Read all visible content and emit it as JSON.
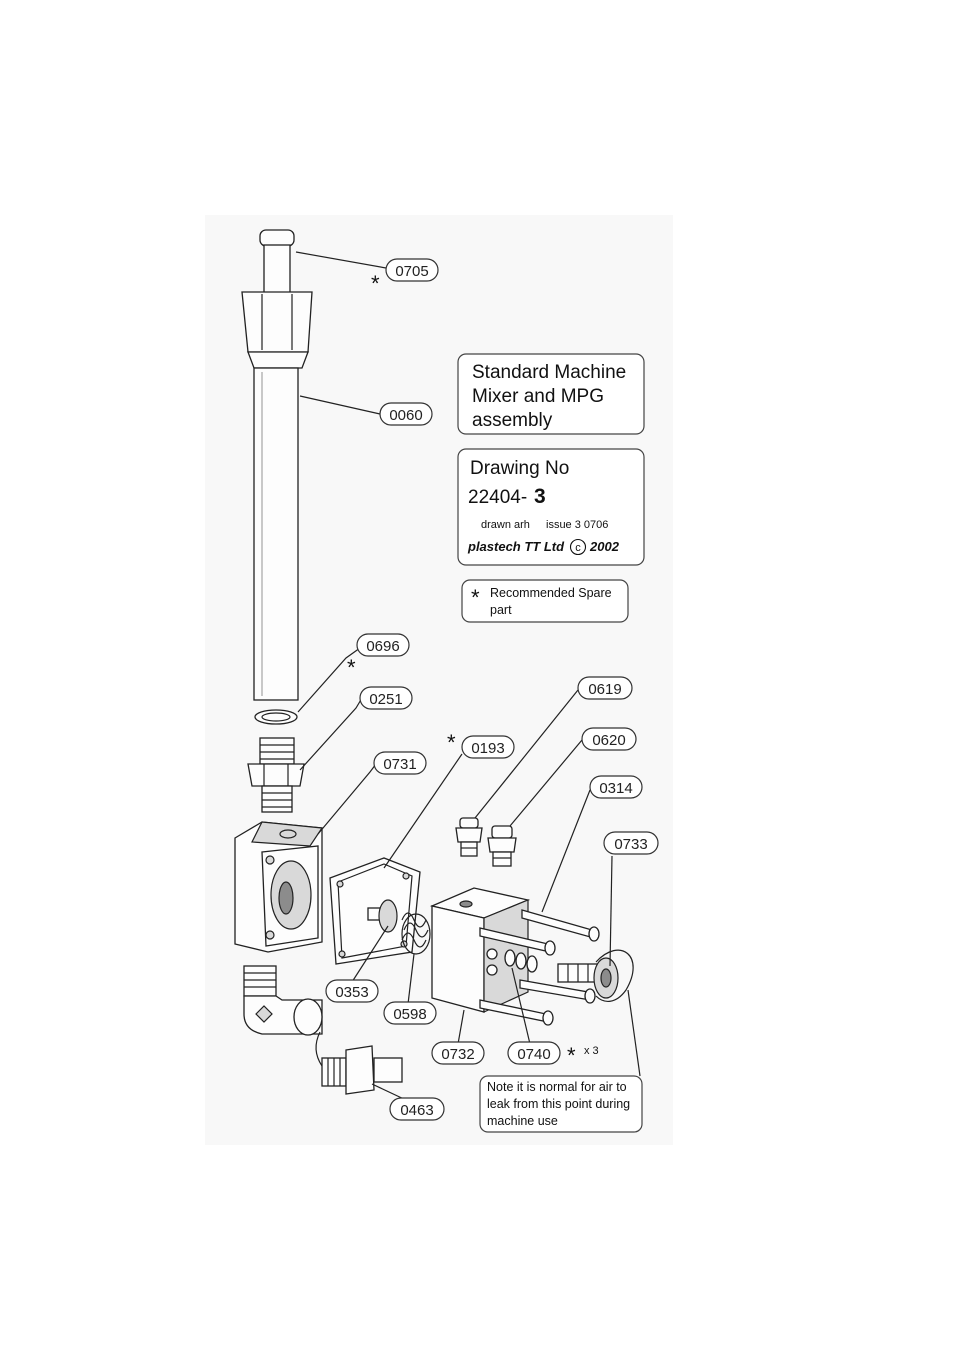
{
  "title_box": {
    "line1": "Standard Machine",
    "line2": "Mixer and MPG",
    "line3": "assembly"
  },
  "drawing_box": {
    "label": "Drawing No",
    "number_prefix": "22404-",
    "number_suffix": "3",
    "drawn": "drawn arh",
    "issue": "issue 3 0706",
    "company": "plastech TT Ltd",
    "copyright_symbol": "c",
    "year": "2002"
  },
  "legend": {
    "star": "*",
    "line1": "Recommended Spare",
    "line2": "part"
  },
  "parts": [
    {
      "id": "0705",
      "spare": true
    },
    {
      "id": "0060",
      "spare": false
    },
    {
      "id": "0696",
      "spare": true
    },
    {
      "id": "0251",
      "spare": false
    },
    {
      "id": "0731",
      "spare": false
    },
    {
      "id": "0193",
      "spare": true
    },
    {
      "id": "0619",
      "spare": false
    },
    {
      "id": "0620",
      "spare": false
    },
    {
      "id": "0314",
      "spare": false
    },
    {
      "id": "0733",
      "spare": false
    },
    {
      "id": "0353",
      "spare": false
    },
    {
      "id": "0598",
      "spare": false
    },
    {
      "id": "0732",
      "spare": false
    },
    {
      "id": "0740",
      "spare": true
    },
    {
      "id": "0463",
      "spare": false
    }
  ],
  "quantity_note": "x 3",
  "note": {
    "line1": "Note it is normal for air to",
    "line2": "leak from this point during",
    "line3": "machine use"
  }
}
